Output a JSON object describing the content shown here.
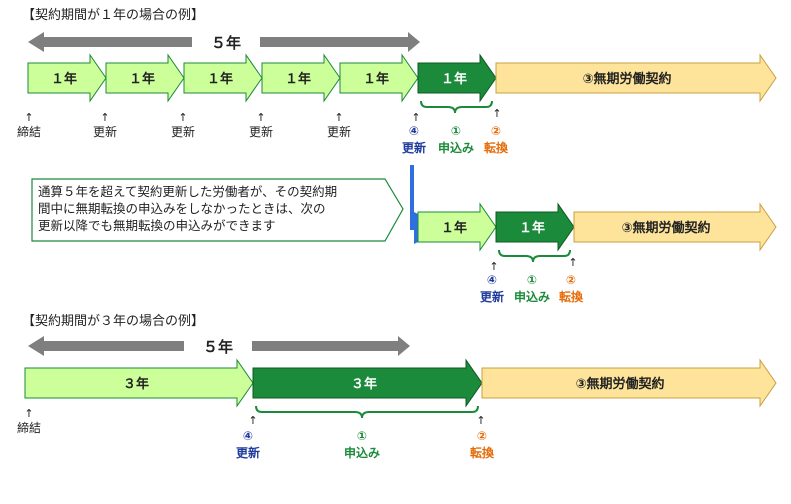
{
  "section1": {
    "title": "【契約期間が１年の場合の例】",
    "span_label": "５年",
    "segments": [
      "１年",
      "１年",
      "１年",
      "１年",
      "１年",
      "１年"
    ],
    "unlimited_label": "③無期労働契約",
    "below_first": "締結",
    "below_renew": "更新",
    "marker4": "④",
    "marker4_text": "更新",
    "marker1": "①",
    "marker1_text": "申込み",
    "marker2": "②",
    "marker2_text": "転換"
  },
  "note": {
    "lines": [
      "通算５年を超えて契約更新した労働者が、その契約期",
      "間中に無期転換の申込みをしなかったときは、次の",
      "更新以降でも無期転換の申込みができます"
    ]
  },
  "section2": {
    "segments": [
      "１年",
      "１年"
    ],
    "unlimited_label": "③無期労働契約",
    "marker4": "④",
    "marker4_text": "更新",
    "marker1": "①",
    "marker1_text": "申込み",
    "marker2": "②",
    "marker2_text": "転換"
  },
  "section3": {
    "title": "【契約期間が３年の場合の例】",
    "span_label": "５年",
    "segments": [
      "３年",
      "３年"
    ],
    "unlimited_label": "③無期労働契約",
    "below_first": "締結",
    "marker4": "④",
    "marker4_text": "更新",
    "marker1": "①",
    "marker1_text": "申込み",
    "marker2": "②",
    "marker2_text": "転換"
  },
  "colors": {
    "light_green": "#ccff99",
    "dark_green": "#1b8a3a",
    "beige": "#fde49a",
    "gray_arrow": "#7f7f7f",
    "blue": "#1f3c9c",
    "green_text": "#1b8a3a",
    "orange": "#e46c0a"
  }
}
